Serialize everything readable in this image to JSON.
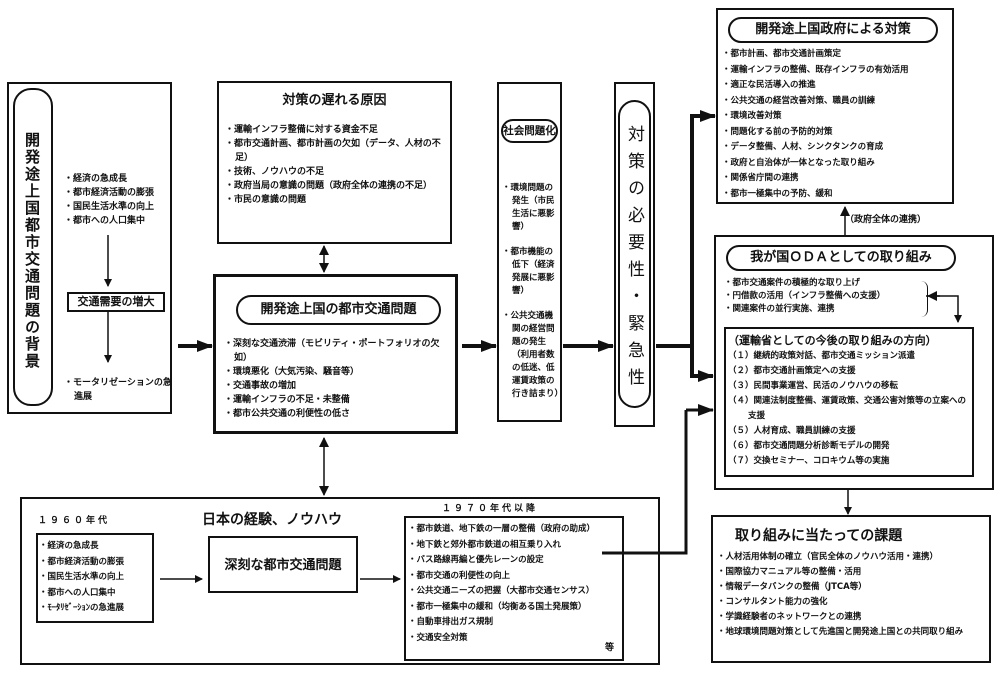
{
  "background": {
    "title": "開発途上国都市交通問題の背景",
    "causes": [
      "経済の急成長",
      "都市経済活動の膨張",
      "国民生活水準の向上",
      "都市への人口集中"
    ],
    "demand_label": "交通需要の増大",
    "result": "モータリゼーションの急進展"
  },
  "delay_causes": {
    "title": "対策の遅れる原因",
    "items": [
      "運輸インフラ整備に対する資金不足",
      "都市交通計画、都市計画の欠如（データ、人材の不足）",
      "技術、ノウハウの不足",
      "政府当局の意識の問題（政府全体の連携の不足）",
      "市民の意識の問題"
    ]
  },
  "core_problem": {
    "title": "開発途上国の都市交通問題",
    "items": [
      "深刻な交通渋滞（モビリティ・ポートフォリオの欠如）",
      "環境悪化（大気汚染、騒音等）",
      "交通事故の増加",
      "運輸インフラの不足・未整備",
      "都市公共交通の利便性の低さ"
    ]
  },
  "social_issue": {
    "title": "社会問題化",
    "items": [
      "環境問題の発生（市民生活に悪影響）",
      "都市機能の低下（経済発展に悪影響）",
      "公共交通機関の経営問題の発生（利用者数の低迷、低運賃政策の行き詰まり）"
    ]
  },
  "urgency": {
    "title": "対策の必要性・緊急性"
  },
  "gov_measures": {
    "title": "開発途上国政府による対策",
    "items": [
      "都市計画、都市交通計画策定",
      "運輸インフラの整備、既存インフラの有効活用",
      "適正な民活導入の推進",
      "公共交通の経営改善対策、職員の訓練",
      "環境改善対策",
      "問題化する前の予防的対策",
      "データ整備、人材、シンクタンクの育成",
      "政府と自治体が一体となった取り組み",
      "関係省庁間の連携",
      "都市一極集中の予防、緩和"
    ],
    "link_label": "（政府全体の連携）"
  },
  "oda": {
    "title": "我が国ＯＤＡとしての取り組み",
    "items": [
      "都市交通案件の積極的な取り上げ",
      "円借款の活用（インフラ整備への支援）",
      "関連案件の並行実施、連携"
    ],
    "ministry": {
      "title": "（運輸省としての今後の取り組みの方向）",
      "items": [
        "（１）継続的政策対話、都市交通ミッション派遣",
        "（２）都市交通計画策定への支援",
        "（３）民間事業運営、民活のノウハウの移転",
        "（４）関連法制度整備、運賃政策、交通公害対策等の立案への支援",
        "（５）人材育成、職員訓練の支援",
        "（６）都市交通問題分析診断モデルの開発",
        "（７）交換セミナー、コロキウム等の実施"
      ]
    }
  },
  "challenges": {
    "title": "取り組みに当たっての課題",
    "items": [
      "人材活用体制の確立（官民全体のノウハウ活用・連携）",
      "国際協力マニュアル等の整備・活用",
      "情報データバンクの整備（JTCA等）",
      "コンサルタント能力の強化",
      "学識経験者のネットワークとの連携",
      "地球環境問題対策として先進国と開発途上国との共同取り組み"
    ]
  },
  "japan": {
    "title": "日本の経験、ノウハウ",
    "era1_label": "１９６０年代",
    "era1_items": [
      "経済の急成長",
      "都市経済活動の膨張",
      "国民生活水準の向上",
      "都市への人口集中",
      "ﾓｰﾀﾘｾﾞｰｼｮﾝの急進展"
    ],
    "problem_label": "深刻な都市交通問題",
    "era2_label": "１９７０年代以降",
    "era2_items": [
      "都市鉄道、地下鉄の一層の整備（政府の助成）",
      "地下鉄と郊外都市鉄道の相互乗り入れ",
      "バス路線再編と優先レーンの設定",
      "都市交通の利便性の向上",
      "公共交通ニーズの把握（大都市交通センサス）",
      "都市一極集中の緩和（均衡ある国土発展策）",
      "自動車排出ガス規制",
      "交通安全対策"
    ],
    "era2_suffix": "等"
  }
}
